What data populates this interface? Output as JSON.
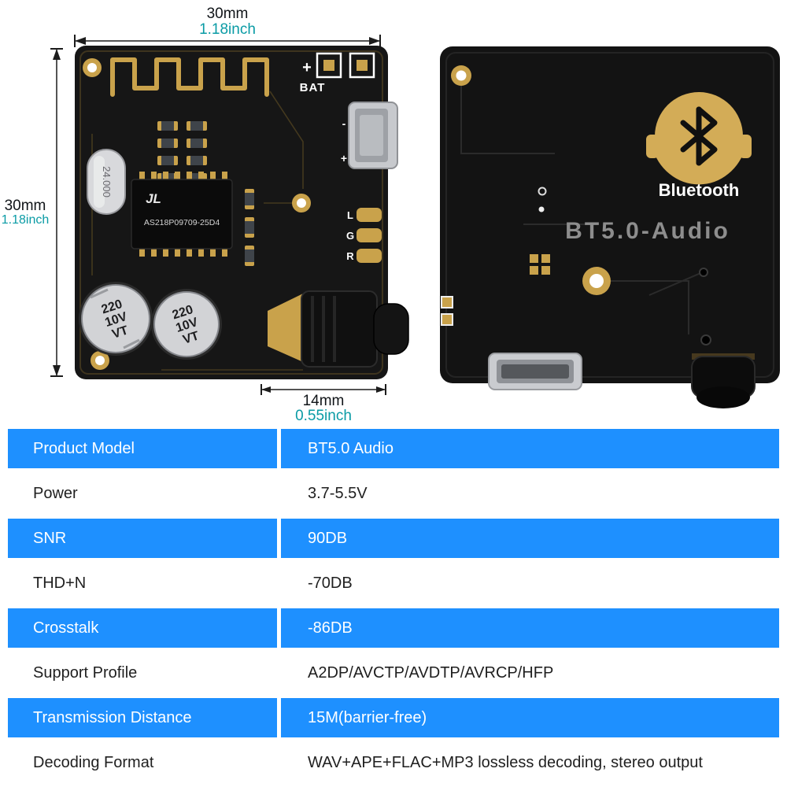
{
  "dimensions": {
    "top": {
      "mm": "30mm",
      "inch": "1.18inch"
    },
    "left": {
      "mm": "30mm",
      "inch": "1.18inch"
    },
    "bottom": {
      "mm": "14mm",
      "inch": "0.55inch"
    }
  },
  "board_front": {
    "battery_label": "BAT",
    "battery_plus": "+",
    "usb_minus": "-",
    "usb_plus": "+",
    "crystal_label": "24.000",
    "ic_logo": "JL",
    "ic_part_number": "AS218P09709-25D4",
    "capacitor_lines": [
      "220",
      "10V",
      "VT"
    ],
    "channel_labels": [
      "L",
      "G",
      "R"
    ]
  },
  "board_back": {
    "bluetooth_label": "Bluetooth",
    "model_label": "BT5.0-Audio"
  },
  "spec_table": {
    "rows": [
      {
        "label": "Product Model",
        "value": "BT5.0 Audio"
      },
      {
        "label": "Power",
        "value": "3.7-5.5V"
      },
      {
        "label": "SNR",
        "value": "90DB"
      },
      {
        "label": "THD+N",
        "value": "-70DB"
      },
      {
        "label": "Crosstalk",
        "value": "-86DB"
      },
      {
        "label": "Support Profile",
        "value": "A2DP/AVCTP/AVDTP/AVRCP/HFP"
      },
      {
        "label": "Transmission Distance",
        "value": "15M(barrier-free)"
      },
      {
        "label": "Decoding Format",
        "value": "WAV+APE+FLAC+MP3 lossless decoding, stereo output"
      }
    ]
  },
  "colors": {
    "row_highlight_blue": "#1E90FF",
    "dimension_inch_text": "#0A9BA5",
    "pcb_gold": "#C9A24B",
    "pcb_black": "#141414"
  }
}
